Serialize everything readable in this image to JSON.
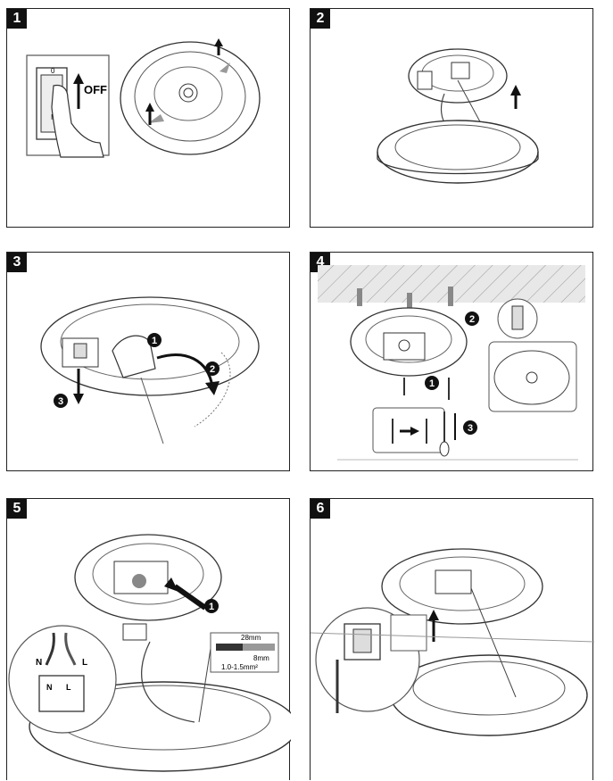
{
  "panels": [
    {
      "number": "1"
    },
    {
      "number": "2"
    },
    {
      "number": "3",
      "callouts": [
        "1",
        "2",
        "3"
      ]
    },
    {
      "number": "4",
      "callouts": [
        "1",
        "2",
        "3"
      ]
    },
    {
      "number": "5",
      "callouts": [
        "1"
      ],
      "wire_labels": {
        "n": "N",
        "l": "L"
      },
      "strip_spec": {
        "outer": "28mm",
        "inner": "8mm",
        "section": "1.0-1.5mm²"
      }
    },
    {
      "number": "6"
    }
  ],
  "switch": {
    "top": "0",
    "bottom": "I",
    "action": "OFF"
  }
}
